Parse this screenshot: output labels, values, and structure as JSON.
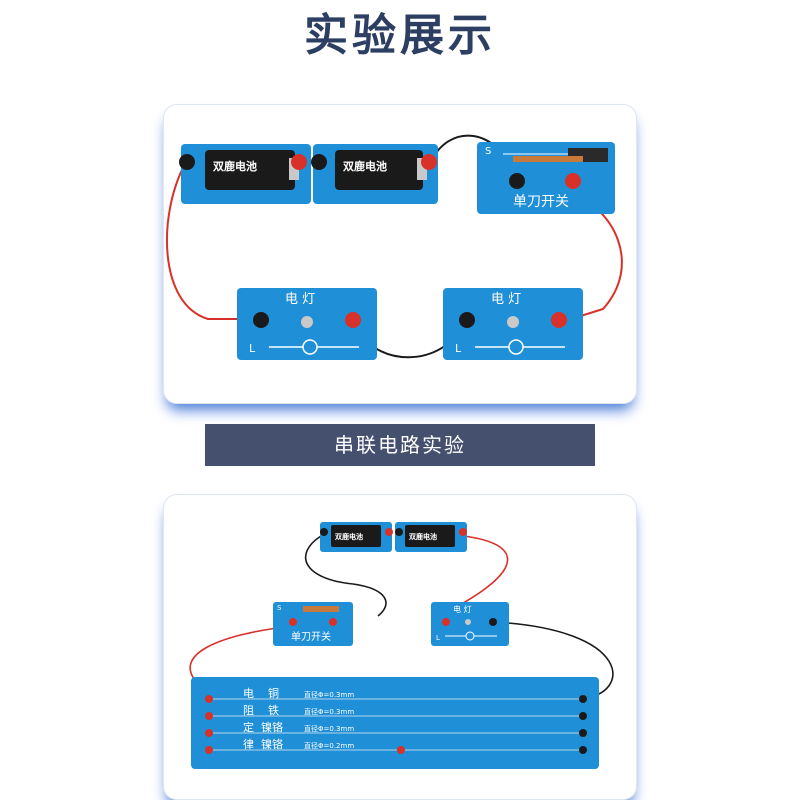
{
  "page_title": "实验展示",
  "section_header": "串联电路实验",
  "top_photo": {
    "battery_brand": "双鹿电池",
    "switch_letter": "S",
    "switch_label": "单刀开关",
    "lamp_left": {
      "label": "电 灯",
      "letter": "L"
    },
    "lamp_right": {
      "label": "电 灯",
      "letter": "L"
    }
  },
  "bottom_photo": {
    "battery_brand": "双鹿电池",
    "switch_letter": "S",
    "switch_label": "单刀开关",
    "lamp": {
      "label": "电 灯",
      "letter": "L"
    },
    "resistance_board": {
      "rows": [
        {
          "side": "电",
          "material": "铜",
          "spec": "直径Φ=0.3mm"
        },
        {
          "side": "阻",
          "material": "铁",
          "spec": "直径Φ=0.3mm"
        },
        {
          "side": "定",
          "material": "镍铬",
          "spec": "直径Φ=0.3mm"
        },
        {
          "side": "律",
          "material": "镍铬",
          "spec": "直径Φ=0.2mm"
        }
      ]
    }
  },
  "colors": {
    "title": "#2c3f63",
    "header_bg": "#44506e",
    "board_blue": "#1f8fd8",
    "wire_red": "#d8312a",
    "wire_black": "#1a1a1a"
  }
}
